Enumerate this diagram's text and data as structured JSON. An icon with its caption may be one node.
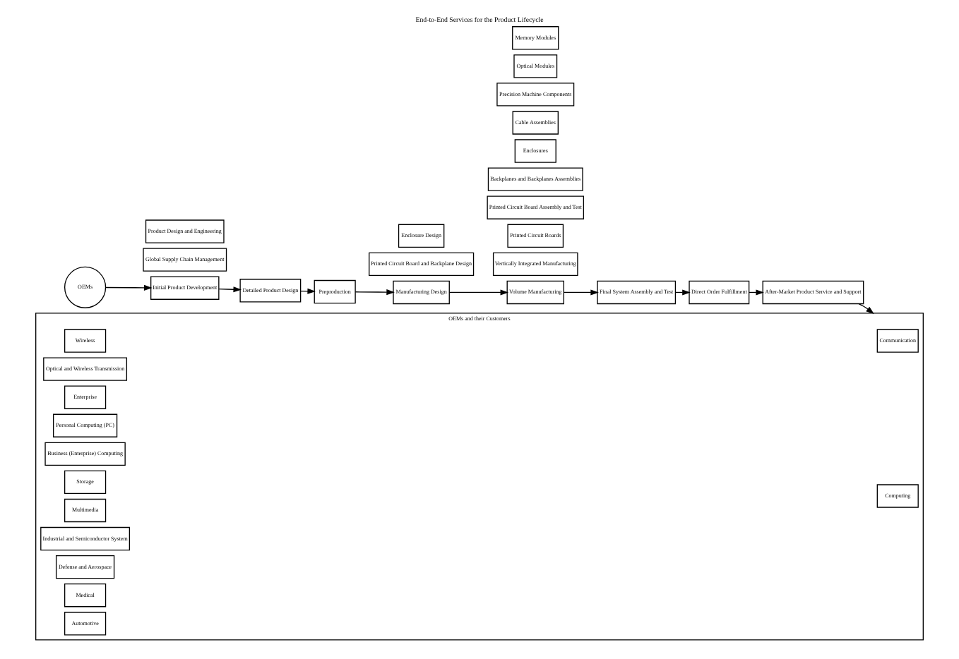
{
  "diagram": {
    "title": "End-to-End Services for the Product Lifecycle",
    "nodes": [
      {
        "text": [
          "OEMs"
        ]
      },
      {
        "text": [
          "Global Supply Chain Management"
        ]
      },
      {
        "text": [
          "Product Design and Engineering"
        ]
      },
      {
        "text": [
          "Initial Product Development"
        ]
      },
      {
        "text": [
          "Detailed Product Design"
        ]
      },
      {
        "text": [
          "Preproduction"
        ]
      },
      {
        "text": [
          "Manufacturing Design"
        ]
      },
      {
        "text": [
          "Printed Circuit Board and Backplane Design"
        ]
      },
      {
        "text": [
          "Enclosure Design"
        ]
      },
      {
        "text": [
          "Volume Manufacturing"
        ]
      },
      {
        "text": [
          "Vertically Integrated Manufacturing"
        ]
      },
      {
        "text": [
          "Printed Circuit Boards"
        ]
      },
      {
        "text": [
          "Printed Circuit Board Assembly and Test"
        ]
      },
      {
        "text": [
          "Backplanes and Backplanes Assemblies"
        ]
      },
      {
        "text": [
          "Enclosures"
        ]
      },
      {
        "text": [
          "Cable Assemblies"
        ]
      },
      {
        "text": [
          "Precision Machine Components"
        ]
      },
      {
        "text": [
          "Optical Modules"
        ]
      },
      {
        "text": [
          "Memory Modules"
        ]
      },
      {
        "text": [
          "Final System Assembly and Test"
        ]
      },
      {
        "text": [
          "Direct Order Fulfillment"
        ]
      },
      {
        "text": [
          "After-Market Product Service and Support"
        ]
      },
      {
        "text": [
          "OEMs and their Customers"
        ]
      },
      {
        "text": [
          "Communication"
        ],
        "in": 22
      },
      {
        "text": [
          "Wireless"
        ],
        "in": 22
      },
      {
        "text": [
          "Optical and Wireless Transmission"
        ],
        "in": 22
      },
      {
        "text": [
          "Enterprise"
        ],
        "in": 22
      },
      {
        "text": [
          "Computing"
        ],
        "in": 22
      },
      {
        "text": [
          "Personal Computing (PC)"
        ],
        "in": 22
      },
      {
        "text": [
          "Business (Enterprise) Computing"
        ],
        "in": 22
      },
      {
        "text": [
          "Storage"
        ],
        "in": 22
      },
      {
        "text": [
          "Multimedia"
        ],
        "in": 22
      },
      {
        "text": [
          "Industrial and Semiconductor System"
        ],
        "in": 22
      },
      {
        "text": [
          "Defense and Aerospace"
        ],
        "in": 22
      },
      {
        "text": [
          "Medical"
        ],
        "in": 22
      },
      {
        "text": [
          "Automotive"
        ],
        "in": 22
      }
    ],
    "edges": [
      {
        "from": 0,
        "to": 3,
        "arrow": "to"
      },
      {
        "from": 3,
        "to": 4,
        "arrow": "to"
      },
      {
        "from": 4,
        "to": 5,
        "arrow": "to"
      },
      {
        "from": 5,
        "to": 6,
        "arrow": "to"
      },
      {
        "from": 6,
        "to": 9,
        "arrow": "to"
      },
      {
        "from": 9,
        "to": 19,
        "arrow": "to"
      },
      {
        "from": 19,
        "to": 20,
        "arrow": "to"
      },
      {
        "from": 20,
        "to": 21,
        "arrow": "to"
      },
      {
        "from": 21,
        "to": 22,
        "arrow": "to"
      }
    ]
  }
}
